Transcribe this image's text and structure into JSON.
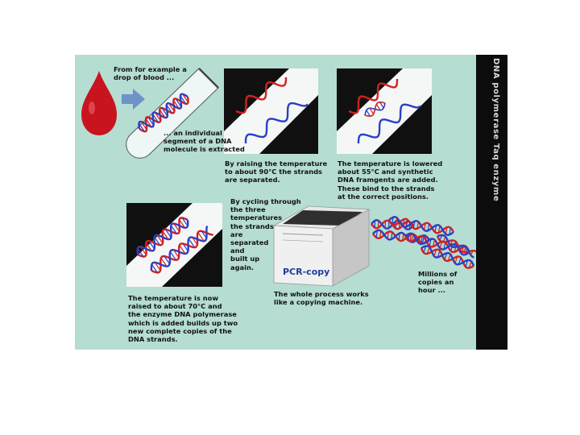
{
  "colors": {
    "background": "#b5ddd2",
    "sidebar": "#0c0c0c",
    "strand_red": "#d42020",
    "strand_blue": "#2a3fc4",
    "blood_red": "#c8141e",
    "arrow_blue": "#6d93c8",
    "pcr_label": "#1d3c9b"
  },
  "sidebar_text": "DNA polymerase Taq enzyme",
  "captions": {
    "drop": "From for example a\ndrop of blood ...",
    "segment": "... an individual\nsegment of a DNA\nmolecule is extracted",
    "raise90": "By raising the temperature\nto about 90°C the strands\nare separated.",
    "lower55": "The temperature is lowered\nabout 55°C and synthetic\nDNA framgents are added.\nThese bind to the strands\nat the correct positions.",
    "cycling": "By cycling through\nthe three\ntemperatures\nthe strands\nare\nseparated\nand\nbuilt up\nagain.",
    "raise70": "The temperature is now\nraised to about 70°C and\nthe enzyme DNA polymerase\nwhich is added builds up two\nnew complete copies of the\nDNA strands.",
    "machine": "The whole process works\nlike a copying machine.",
    "millions": "Millions of\ncopies an\nhour ..."
  },
  "machine_label": "PCR-copy",
  "icons": [
    "blood-drop-icon",
    "right-arrow-icon",
    "test-tube-icon",
    "pcr-machine-icon",
    "dna-helix-icon"
  ]
}
